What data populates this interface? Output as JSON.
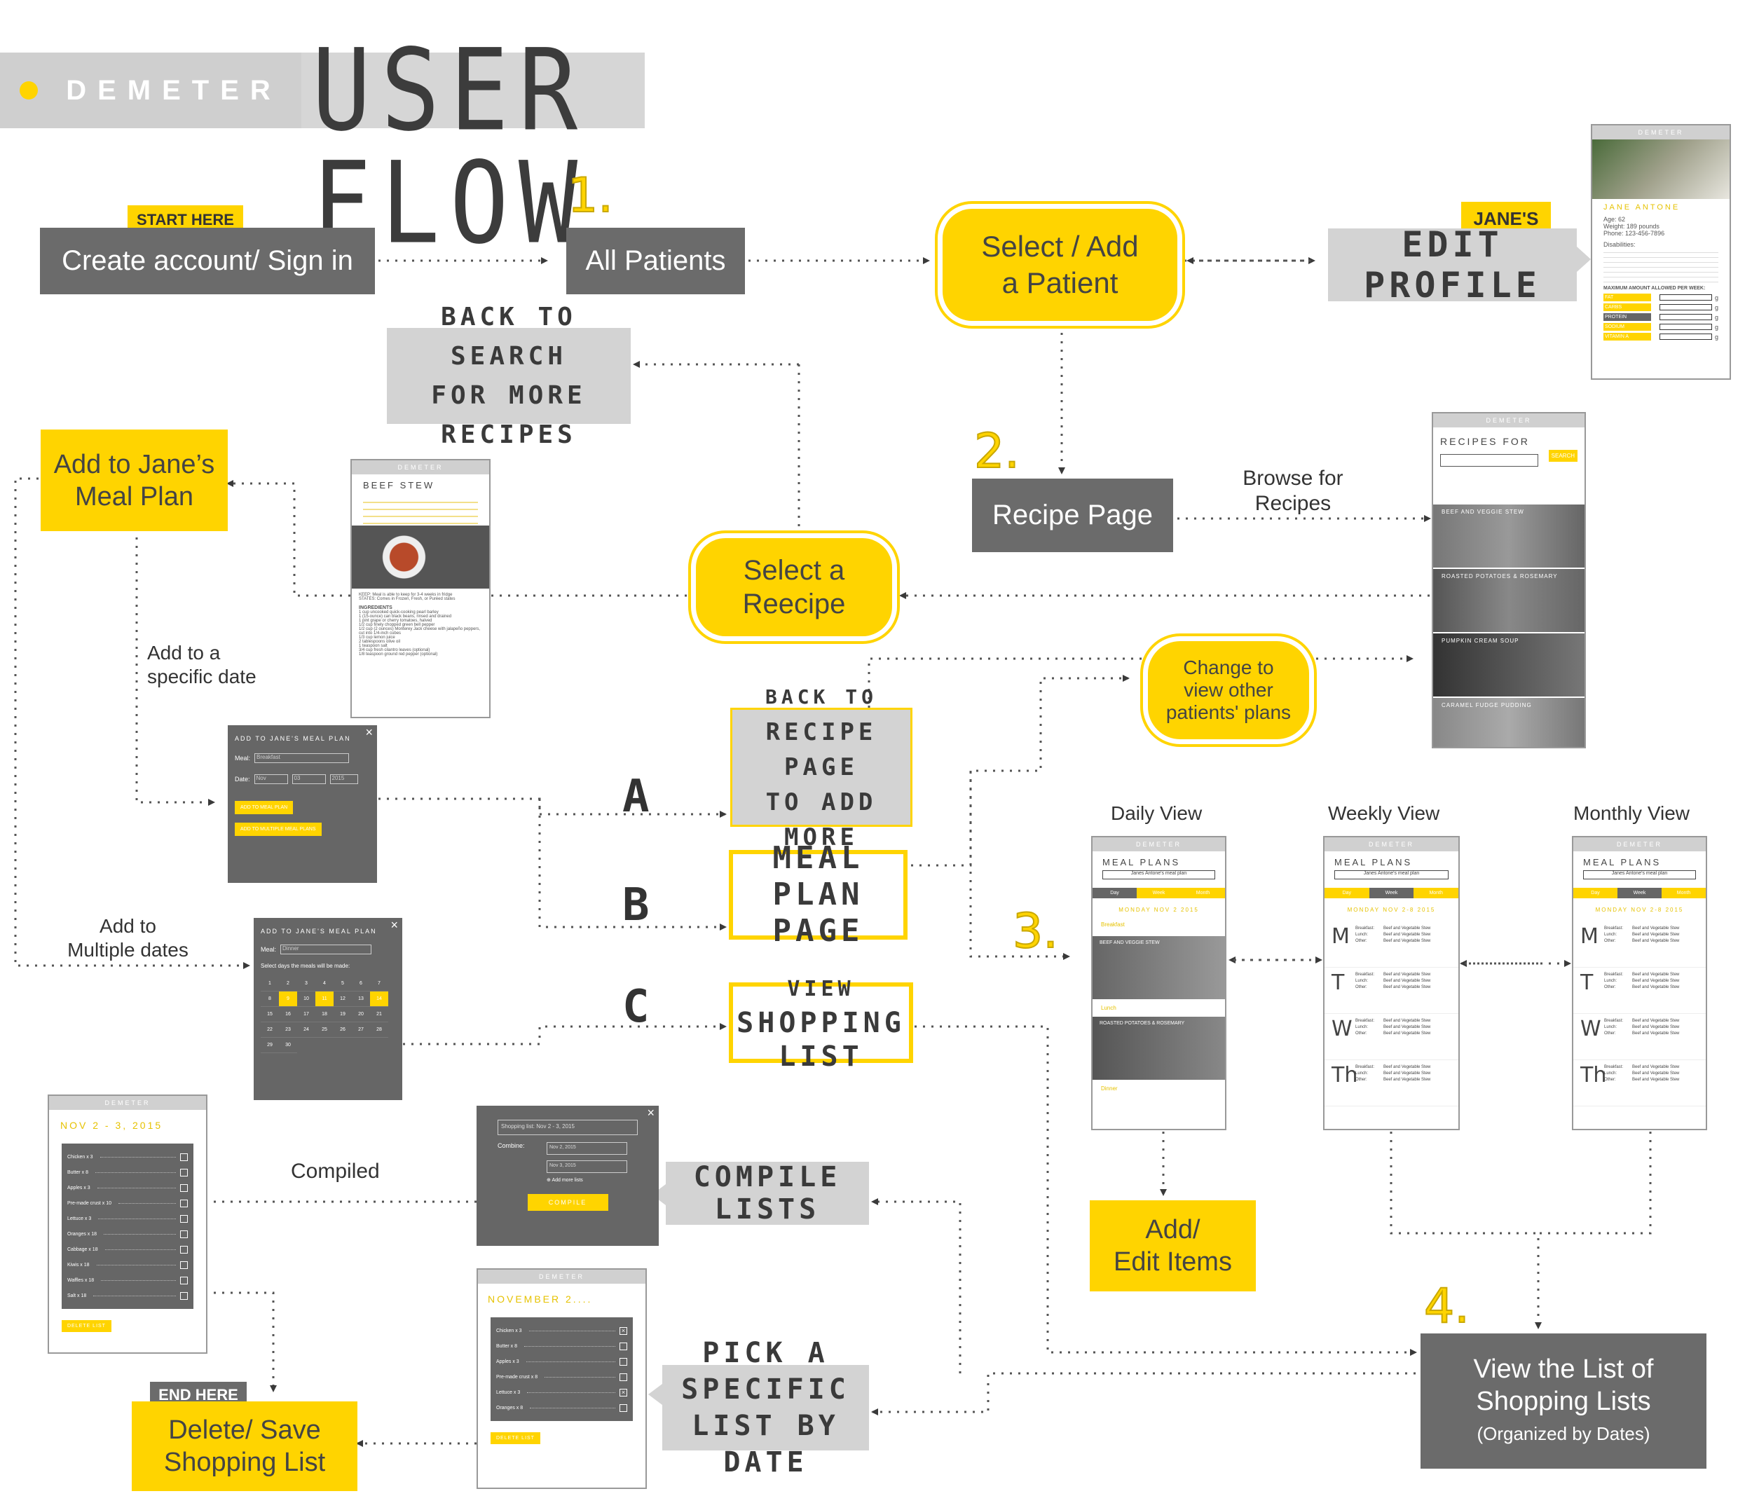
{
  "header": {
    "brand": "DEMETER",
    "title": "USER FLOW"
  },
  "tags": {
    "start": "START HERE",
    "end": "END HERE",
    "janes": "JANE'S"
  },
  "nodes": {
    "create_account": "Create account/ Sign in",
    "all_patients": "All Patients",
    "select_add_l1": "Select / Add",
    "select_add_l2": "a Patient",
    "edit_profile": "EDIT PROFILE",
    "back_search_l1": "BACK TO SEARCH",
    "back_search_l2": "FOR MORE RECIPES",
    "add_meal_plan_l1": "Add to Jane’s",
    "add_meal_plan_l2": "Meal Plan",
    "recipe_page": "Recipe Page",
    "browse_l1": "Browse for",
    "browse_l2": "Recipes",
    "select_recipe_l1": "Select a",
    "select_recipe_l2": "Reecipe",
    "change_l1": "Change to",
    "change_l2": "view other",
    "change_l3": "patients' plans",
    "back_recipe_l1": "BACK TO",
    "back_recipe_l2": "RECIPE PAGE",
    "back_recipe_l3": "TO ADD MORE",
    "meal_plan_l1": "MEAL PLAN",
    "meal_plan_l2": "PAGE",
    "view_shop_l1": "VIEW",
    "view_shop_l2": "SHOPPING LIST",
    "compile_lists": "COMPILE LISTS",
    "pick_l1": "PICK A SPECIFIC",
    "pick_l2": "LIST BY DATE",
    "add_edit_l1": "Add/",
    "add_edit_l2": "Edit Items",
    "view_list_l1": "View the List of",
    "view_list_l2": "Shopping Lists",
    "view_list_l3": "(Organized by Dates)",
    "delete_save_l1": "Delete/ Save",
    "delete_save_l2": "Shopping List"
  },
  "labels": {
    "specific_l1": "Add to a",
    "specific_l2": "specific date",
    "multiple_l1": "Add to",
    "multiple_l2": "Multiple dates",
    "compiled": "Compiled",
    "daily": "Daily View",
    "weekly": "Weekly View",
    "monthly": "Monthly View",
    "A": "A",
    "B": "B",
    "C": "C",
    "n1": "1.",
    "n2": "2.",
    "n3": "3.",
    "n4": "4."
  },
  "profile_mock": {
    "brand": "DEMETER",
    "name": "JANE ANTONE",
    "info": [
      "Age: 62",
      "Weight: 189 pounds",
      "Phone: 123-456-7896"
    ],
    "disabilities": "Disabilities:",
    "max": "MAXIMUM AMOUNT ALLOWED PER WEEK:",
    "nutrients": [
      "FAT",
      "CARBS",
      "PROTEIN",
      "SODIUM",
      "VITAMIN A"
    ],
    "unit": "g"
  },
  "recipes_mock": {
    "title": "RECIPES FOR",
    "search": "SEARCH",
    "items": [
      "BEEF AND VEGGIE STEW",
      "ROASTED POTATOES & ROSEMARY",
      "PUMPKIN CREAM SOUP",
      "CARAMEL FUDGE PUDDING"
    ]
  },
  "beef_mock": {
    "title": "BEEF STEW",
    "keep": "KEEP: Meal is able to keep for 3-4 weeks in fridge",
    "states": "STATES: Comes in Frozen, Fresh, or Puréed states",
    "ingredients_title": "INGREDIENTS",
    "ingredients": [
      "1 cup uncooked quick-cooking pearl barley",
      "1 (15-ounce) can black beans, rinsed and drained",
      "1 pint grape or cherry tomatoes, halved",
      "1/2 cup finely chopped green bell pepper",
      "1/2 cup (2 ounces) Monterey Jack cheese with jalapeño peppers, cut into 1/4-inch cubes",
      "1/3 cup lemon juice",
      "2 tablespoons olive oil",
      "1 teaspoon salt",
      "3/4 cup fresh cilantro leaves (optional)",
      "1/8 teaspoon ground red pepper (optional)"
    ]
  },
  "add_modal": {
    "title": "ADD TO JANE'S MEAL PLAN",
    "meal_label": "Meal:",
    "meal_value": "Breakfast",
    "date_label": "Date:",
    "month": "Nov",
    "day": "03",
    "year": "2015",
    "btn1": "ADD TO MEAL PLAN",
    "btn2": "ADD TO MULTIPLE MEAL PLANS"
  },
  "multi_modal": {
    "title": "ADD TO JANE'S MEAL PLAN",
    "meal_label": "Meal:",
    "meal_value": "Dinner",
    "hint": "Select days the meals will be made:",
    "days": [
      "1",
      "2",
      "3",
      "4",
      "5",
      "6",
      "7",
      "8",
      "9",
      "10",
      "11",
      "12",
      "13",
      "14",
      "15",
      "16",
      "17",
      "18",
      "19",
      "20",
      "21",
      "22",
      "23",
      "24",
      "25",
      "26",
      "27",
      "28",
      "29",
      "30"
    ]
  },
  "meal_plan_mock": {
    "brand": "DEMETER",
    "title": "MEAL PLANS",
    "select": "Janes Antone's meal plan",
    "tabs": [
      "Day",
      "Week",
      "Month"
    ],
    "daily_date": "MONDAY NOV 2 2015",
    "weekly_date": "MONDAY NOV 2-8 2015",
    "daily_sections": [
      "Breakfast",
      "Lunch",
      "Dinner"
    ],
    "daily_items": [
      "BEEF AND VEGGIE STEW",
      "ROASTED POTATOES & ROSEMARY"
    ],
    "days": [
      "M",
      "T",
      "W",
      "Th"
    ],
    "meals": [
      "Breakfast:",
      "Lunch:",
      "Other:"
    ],
    "dish": "Beef and Vegetable Stew"
  },
  "list_mock": {
    "brand": "DEMETER",
    "date": "NOV 2 - 3, 2015",
    "items": [
      "Chicken x 3",
      "Butter x 8",
      "Apples x 3",
      "Pre-made crust x 10",
      "Lettuce x 3",
      "Oranges x 18",
      "Cabbage x 18",
      "Kiwis x 18",
      "Waffles x 18",
      "Salt x 18"
    ],
    "delete": "DELETE LIST"
  },
  "compile_modal": {
    "name": "Shopping list: Nov 2 - 3, 2015",
    "combine": "Combine:",
    "d1": "Nov 2, 2015",
    "d2": "Nov 3, 2015",
    "add_more": "Add more lists",
    "btn": "COMPILE"
  },
  "nov_mock": {
    "brand": "DEMETER",
    "date": "NOVEMBER 2....",
    "items": [
      "Chicken x 3",
      "Butter x 8",
      "Apples x 3",
      "Pre-made crust x 8",
      "Lettuce x 3",
      "Oranges x 8"
    ],
    "delete": "DELETE LIST"
  }
}
